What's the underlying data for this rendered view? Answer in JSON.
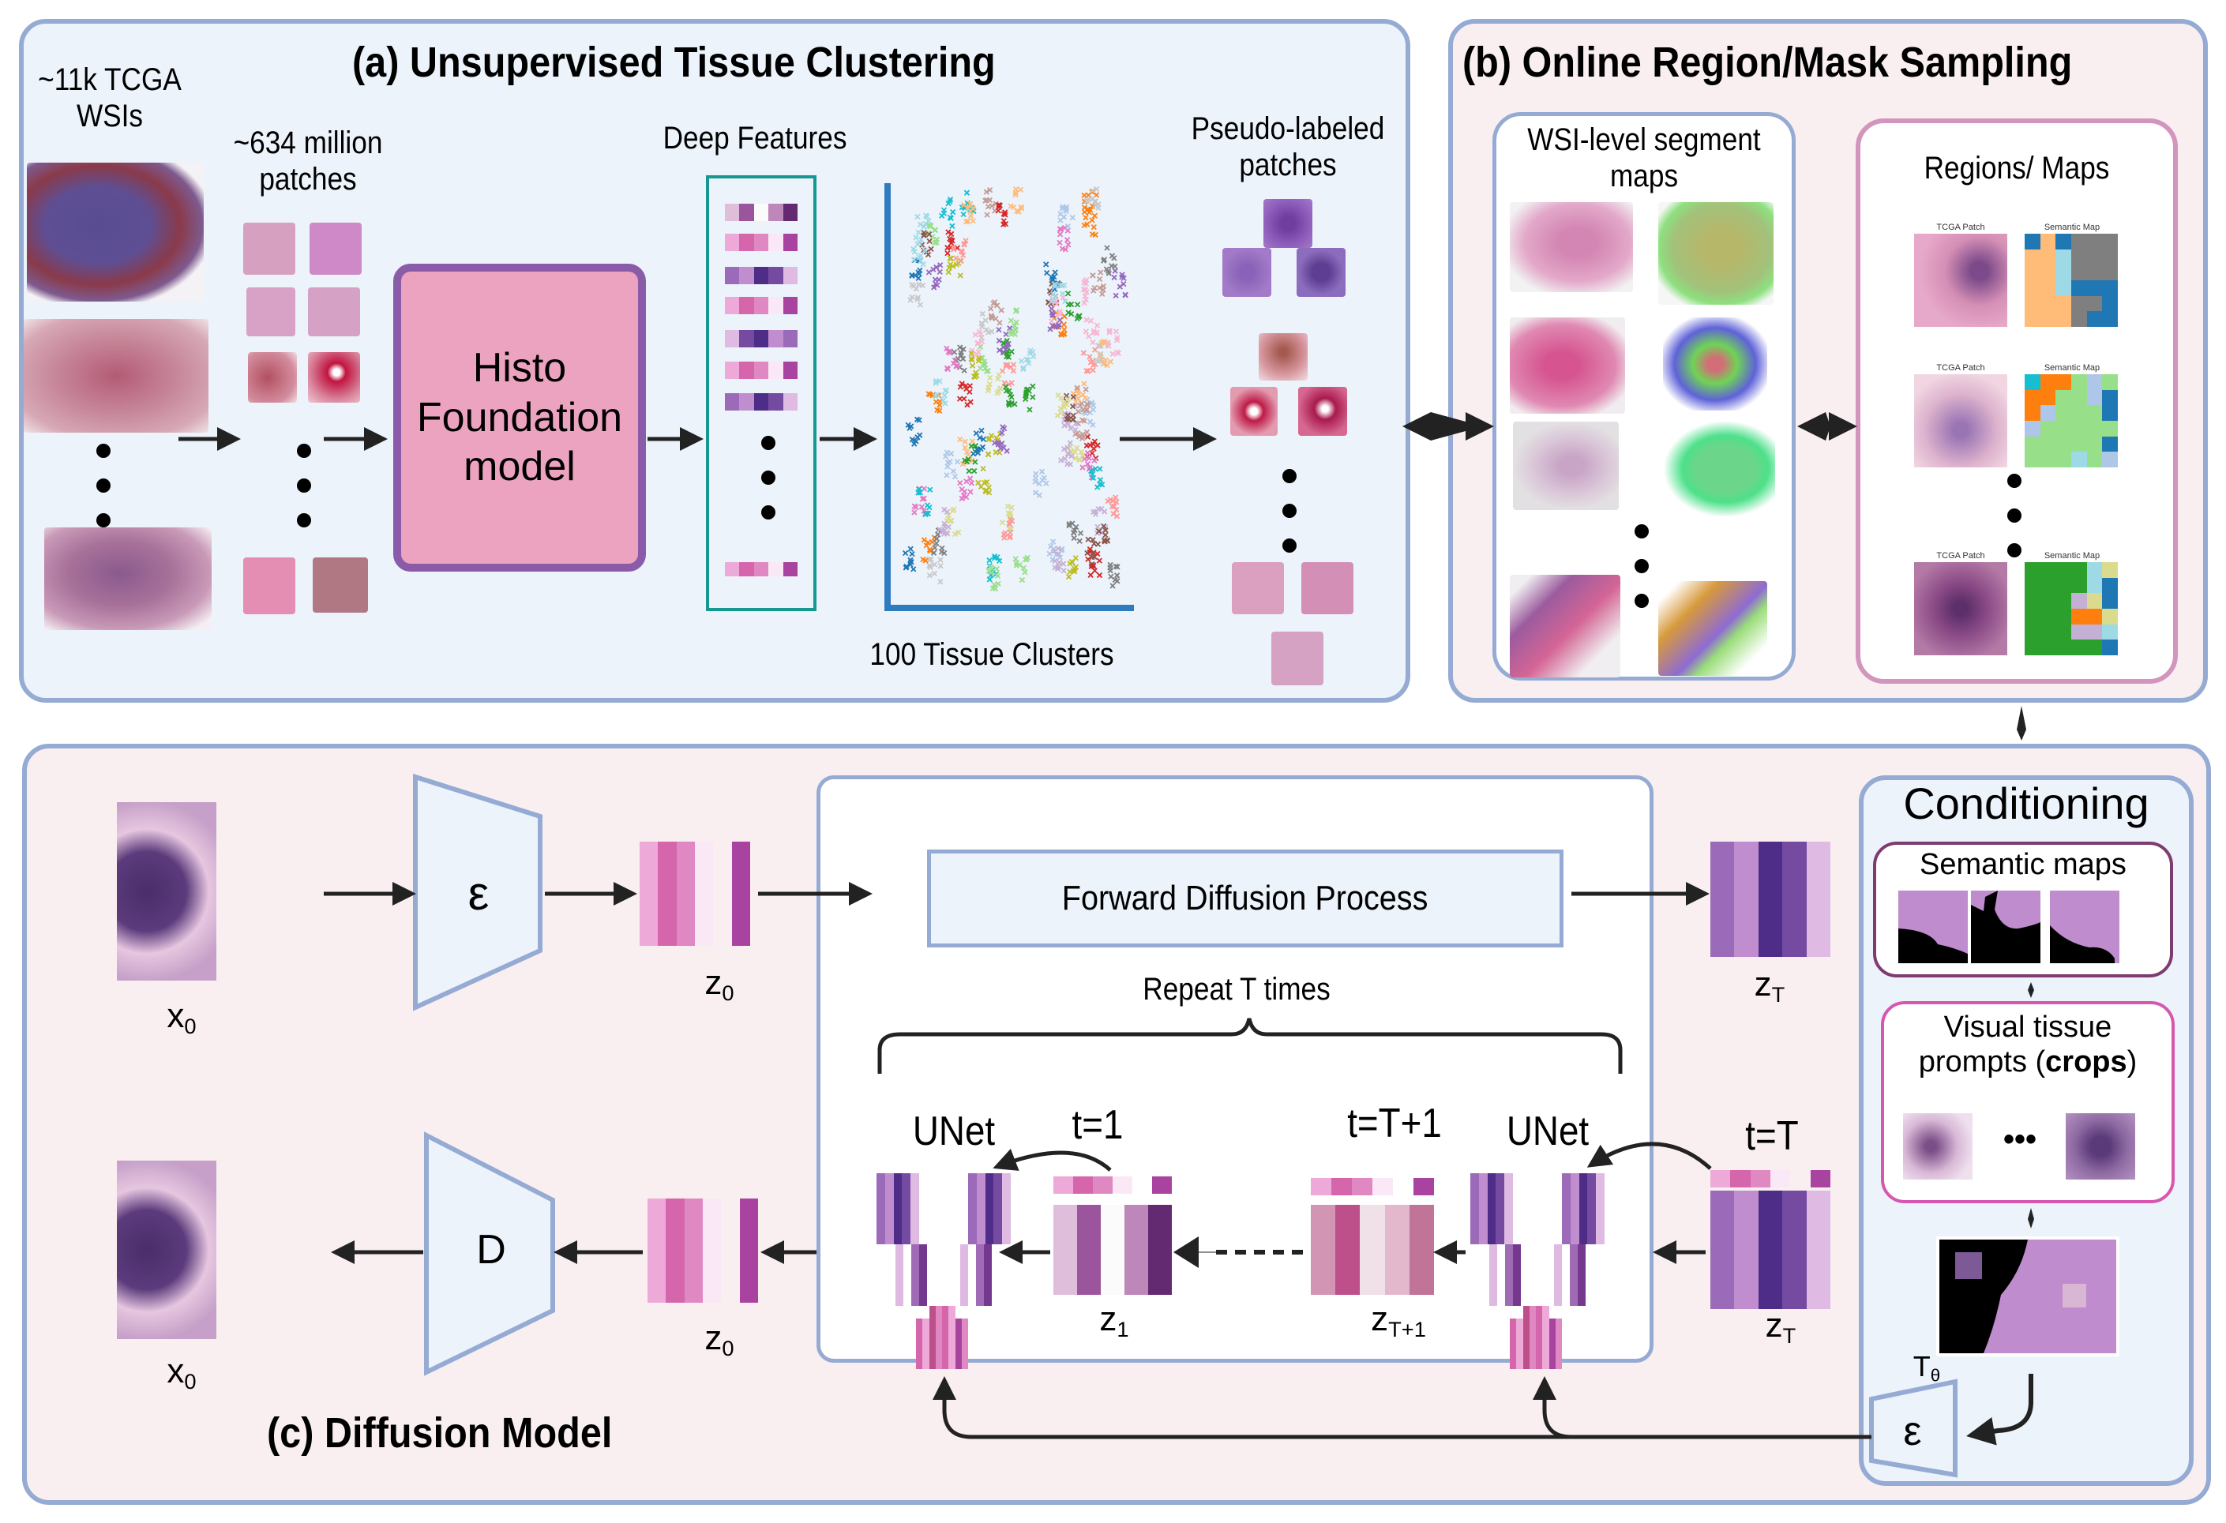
{
  "panel_a": {
    "title": "(a) Unsupervised Tissue Clustering",
    "wsi_label": "~11k TCGA\nWSIs",
    "wsi_label_line1": "~11k TCGA",
    "wsi_label_line2": "WSIs",
    "patches_label_line1": "~634 million",
    "patches_label_line2": "patches",
    "model_line1": "Histo",
    "model_line2": "Foundation",
    "model_line3": "model",
    "features_label": "Deep Features",
    "clusters_label": "100 Tissue Clusters",
    "pseudo_label_line1": "Pseudo-labeled",
    "pseudo_label_line2": "patches",
    "feature_vectors": [
      [
        "#dfbedb",
        "#9b559c",
        "#fbfbfc",
        "#bd88b9",
        "#632a72"
      ],
      [
        "#edaad8",
        "#d566ab",
        "#df88c2",
        "#fbe8f6",
        "#a8439f"
      ],
      [
        "#9b6bb9",
        "#c08ecf",
        "#4d2d87",
        "#754ba1",
        "#dfbae3"
      ],
      [
        "#edaad8",
        "#d566ab",
        "#df88c2",
        "#fbe8f6",
        "#a8439f"
      ],
      [
        "#dfbae3",
        "#754ba1",
        "#4d2d87",
        "#c08ecf",
        "#9b6bb9"
      ],
      [
        "#edaad8",
        "#d566ab",
        "#df88c2",
        "#fbe8f6",
        "#a8439f"
      ],
      [
        "#9b6bb9",
        "#c08ecf",
        "#4d2d87",
        "#754ba1",
        "#dfbae3"
      ],
      [
        "#edaad8",
        "#d566ab",
        "#df88c2",
        "#fbe8f6",
        "#a8439f"
      ]
    ],
    "cluster_palette": [
      "#1f77b4",
      "#ff7f0e",
      "#2ca02c",
      "#d62728",
      "#9467bd",
      "#8c564b",
      "#e377c2",
      "#7f7f7f",
      "#bcbd22",
      "#17becf",
      "#aec7e8",
      "#ffbb78",
      "#98df8a",
      "#ff9896",
      "#c5b0d5",
      "#c49c94",
      "#f7b6d2",
      "#c7c7c7",
      "#dbdb8d",
      "#9edae5"
    ]
  },
  "panel_b": {
    "title": "(b) Online Region/Mask Sampling",
    "wsi_maps_line1": "WSI-level segment",
    "wsi_maps_line2": "maps",
    "regions_label": "Regions/ Maps",
    "patch_caption": "TCGA Patch",
    "map_caption": "Semantic Map",
    "semantic_grids": [
      {
        "cols": 6,
        "rows": 6,
        "cells": [
          "#1f77b4",
          "#ffbb78",
          "#1f77b4",
          "#7f7f7f",
          "#7f7f7f",
          "#7f7f7f",
          "#ffbb78",
          "#ffbb78",
          "#9edae5",
          "#7f7f7f",
          "#7f7f7f",
          "#7f7f7f",
          "#ffbb78",
          "#ffbb78",
          "#9edae5",
          "#7f7f7f",
          "#7f7f7f",
          "#7f7f7f",
          "#ffbb78",
          "#ffbb78",
          "#9edae5",
          "#1f77b4",
          "#1f77b4",
          "#1f77b4",
          "#ffbb78",
          "#ffbb78",
          "#ffbb78",
          "#7f7f7f",
          "#7f7f7f",
          "#1f77b4",
          "#ffbb78",
          "#ffbb78",
          "#ffbb78",
          "#7f7f7f",
          "#1f77b4",
          "#1f77b4"
        ]
      },
      {
        "cols": 6,
        "rows": 6,
        "cells": [
          "#17becf",
          "#ff7f0e",
          "#ff7f0e",
          "#98df8a",
          "#aec7e8",
          "#98df8a",
          "#ff7f0e",
          "#ff7f0e",
          "#98df8a",
          "#98df8a",
          "#aec7e8",
          "#1f77b4",
          "#ff7f0e",
          "#aec7e8",
          "#98df8a",
          "#98df8a",
          "#98df8a",
          "#1f77b4",
          "#aec7e8",
          "#98df8a",
          "#98df8a",
          "#98df8a",
          "#98df8a",
          "#98df8a",
          "#98df8a",
          "#98df8a",
          "#98df8a",
          "#98df8a",
          "#98df8a",
          "#1f77b4",
          "#98df8a",
          "#98df8a",
          "#98df8a",
          "#9edae5",
          "#98df8a",
          "#aec7e8"
        ]
      },
      {
        "cols": 6,
        "rows": 6,
        "cells": [
          "#2ca02c",
          "#2ca02c",
          "#2ca02c",
          "#2ca02c",
          "#9edae5",
          "#dbdb8d",
          "#2ca02c",
          "#2ca02c",
          "#2ca02c",
          "#2ca02c",
          "#9edae5",
          "#1f77b4",
          "#2ca02c",
          "#2ca02c",
          "#2ca02c",
          "#c5b0d5",
          "#dbdb8d",
          "#1f77b4",
          "#2ca02c",
          "#2ca02c",
          "#2ca02c",
          "#ff7f0e",
          "#ff7f0e",
          "#dbdb8d",
          "#2ca02c",
          "#2ca02c",
          "#2ca02c",
          "#c5b0d5",
          "#c5b0d5",
          "#9edae5",
          "#2ca02c",
          "#2ca02c",
          "#2ca02c",
          "#2ca02c",
          "#2ca02c",
          "#1f77b4"
        ]
      }
    ]
  },
  "panel_c": {
    "title": "(c) Diffusion Model",
    "x0": "x",
    "x0_sub": "0",
    "encoder_symbol": "ε",
    "decoder_symbol": "D",
    "z0": "z",
    "z0_sub": "0",
    "forward_process": "Forward Diffusion Process",
    "zT": "z",
    "zT_sub": "T",
    "repeat_label": "Repeat T times",
    "unet_label": "UNet",
    "t1_label": "t=1",
    "tT1_label": "t=T+1",
    "tT_label": "t=T",
    "z1": "z",
    "z1_sub": "1",
    "zT1": "z",
    "zT1_sub": "T+1",
    "latent_z0_colors": [
      "#edaad8",
      "#d566ab",
      "#df88c2",
      "#fbe8f6",
      "#a8439f"
    ],
    "latent_zT_colors": [
      "#9b6bb9",
      "#c08ecf",
      "#4d2d87",
      "#754ba1",
      "#dfbae3"
    ],
    "latent_z1_colors": [
      "#dfbedb",
      "#9b559c",
      "#fbfbfc",
      "#bd88b9",
      "#632a72"
    ],
    "latent_zT1_colors": [
      "#d395b4",
      "#bd4f8a",
      "#efe1e7",
      "#e3b8cc",
      "#c07498"
    ],
    "time_emb_colors": [
      "#edaad8",
      "#d566ab",
      "#df88c2",
      "#fbe8f6",
      "#a8439f"
    ]
  },
  "conditioning": {
    "title": "Conditioning",
    "semantic_maps": "Semantic maps",
    "visual_prompts_line1": "Visual tissue",
    "visual_prompts_prefix": "prompts (",
    "visual_prompts_bold": "crops",
    "visual_prompts_suffix": ")",
    "ellipsis": "•••",
    "tau": "T",
    "tau_sub": "θ",
    "encoder_symbol": "ε",
    "mask_colors": {
      "tissue": "#bf8ccd",
      "background": "#000000"
    }
  }
}
